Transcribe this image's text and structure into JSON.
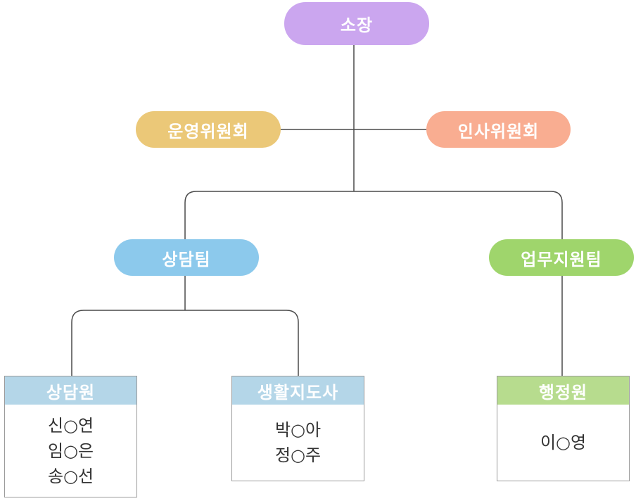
{
  "director": {
    "label": "소장",
    "color": "#cba6ef"
  },
  "committees": [
    {
      "label": "운영위원회",
      "color": "#ebc878"
    },
    {
      "label": "인사위원회",
      "color": "#f9ad91"
    }
  ],
  "teams": [
    {
      "label": "상담팀",
      "color": "#8cc9ec"
    },
    {
      "label": "업무지원팀",
      "color": "#9fd56c"
    }
  ],
  "roles": [
    {
      "title": "상담원",
      "header_color": "#b4d6e8",
      "members": [
        "신○연",
        "임○은",
        "송○선"
      ]
    },
    {
      "title": "생활지도사",
      "header_color": "#b4d6e8",
      "members": [
        "박○아",
        "정○주"
      ]
    },
    {
      "title": "행정원",
      "header_color": "#b7dc8e",
      "members": [
        "이○영"
      ]
    }
  ]
}
